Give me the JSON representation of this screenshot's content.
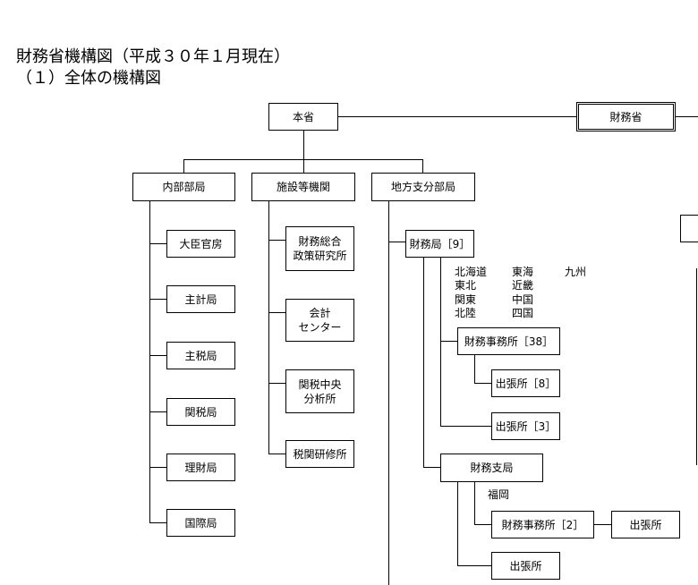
{
  "header": {
    "title": "財務省機構図（平成３０年１月現在）",
    "subtitle": "（１）全体の機構図"
  },
  "org": {
    "honsho": "本省",
    "zaimusho": "財務省",
    "naibu": {
      "label": "内部部局",
      "items": [
        "大臣官房",
        "主計局",
        "主税局",
        "関税局",
        "理財局",
        "国際局"
      ]
    },
    "shisetsu": {
      "label": "施設等機関",
      "items": [
        "財務総合\n政策研究所",
        "会計\nセンター",
        "関税中央\n分析所",
        "税関研修所"
      ]
    },
    "chiho": {
      "label": "地方支分部局",
      "zaimukyoku": "財務局［9］",
      "zaimukyoku_locations": [
        [
          "北海道",
          "東海",
          "九州"
        ],
        [
          "東北",
          "近畿",
          ""
        ],
        [
          "関東",
          "中国",
          ""
        ],
        [
          "北陸",
          "四国",
          ""
        ]
      ],
      "jimusho": "財務事務所［38］",
      "jimusho_shucho": "出張所［8］",
      "kyoku_shucho": "出張所［3］",
      "shikyoku": "財務支局",
      "shikyoku_location": "福岡",
      "shikyoku_jimusho": "財務事務所［2］",
      "shikyoku_jimusho_shucho": "出張所",
      "shikyoku_shucho": "出張所"
    }
  }
}
